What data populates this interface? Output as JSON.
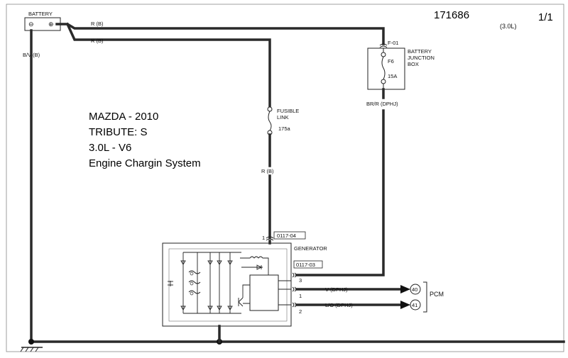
{
  "header": {
    "diagram_number": "171686",
    "engine_code": "(3.0L)",
    "page": "1/1"
  },
  "title_block": {
    "line1": "MAZDA - 2010",
    "line2": "TRIBUTE: S",
    "line3": "3.0L - V6",
    "line4": "Engine Chargin System"
  },
  "battery": {
    "label": "BATTERY",
    "neg_symbol": "⊖",
    "pos_symbol": "⊕",
    "ground_wire": "B/V (B)"
  },
  "wires": {
    "upper_red": "R (B)",
    "lower_red": "R (B)",
    "fusible_out": "R (B)",
    "junction_out": "BR/R (DPHJ)",
    "v_wire": "V (DPHJ)",
    "lo_wire": "L/O (DPHJ)"
  },
  "junction_box": {
    "connector": "F-01",
    "title_line1": "BATTERY",
    "title_line2": "JUNCTION",
    "title_line3": "BOX",
    "fuse_id": "F6",
    "fuse_rating": "15A"
  },
  "fusible_link": {
    "line1": "FUSIBLE",
    "line2": "LINK",
    "rating": "175a"
  },
  "generator": {
    "label": "GENERATOR",
    "connector_top": "0117-04",
    "connector_side": "0117-03",
    "pin_top": "1",
    "pin_3": "3",
    "pin_1": "1",
    "pin_2": "2"
  },
  "pcm": {
    "label": "PCM",
    "pin_v": "40",
    "pin_lo": "41"
  }
}
